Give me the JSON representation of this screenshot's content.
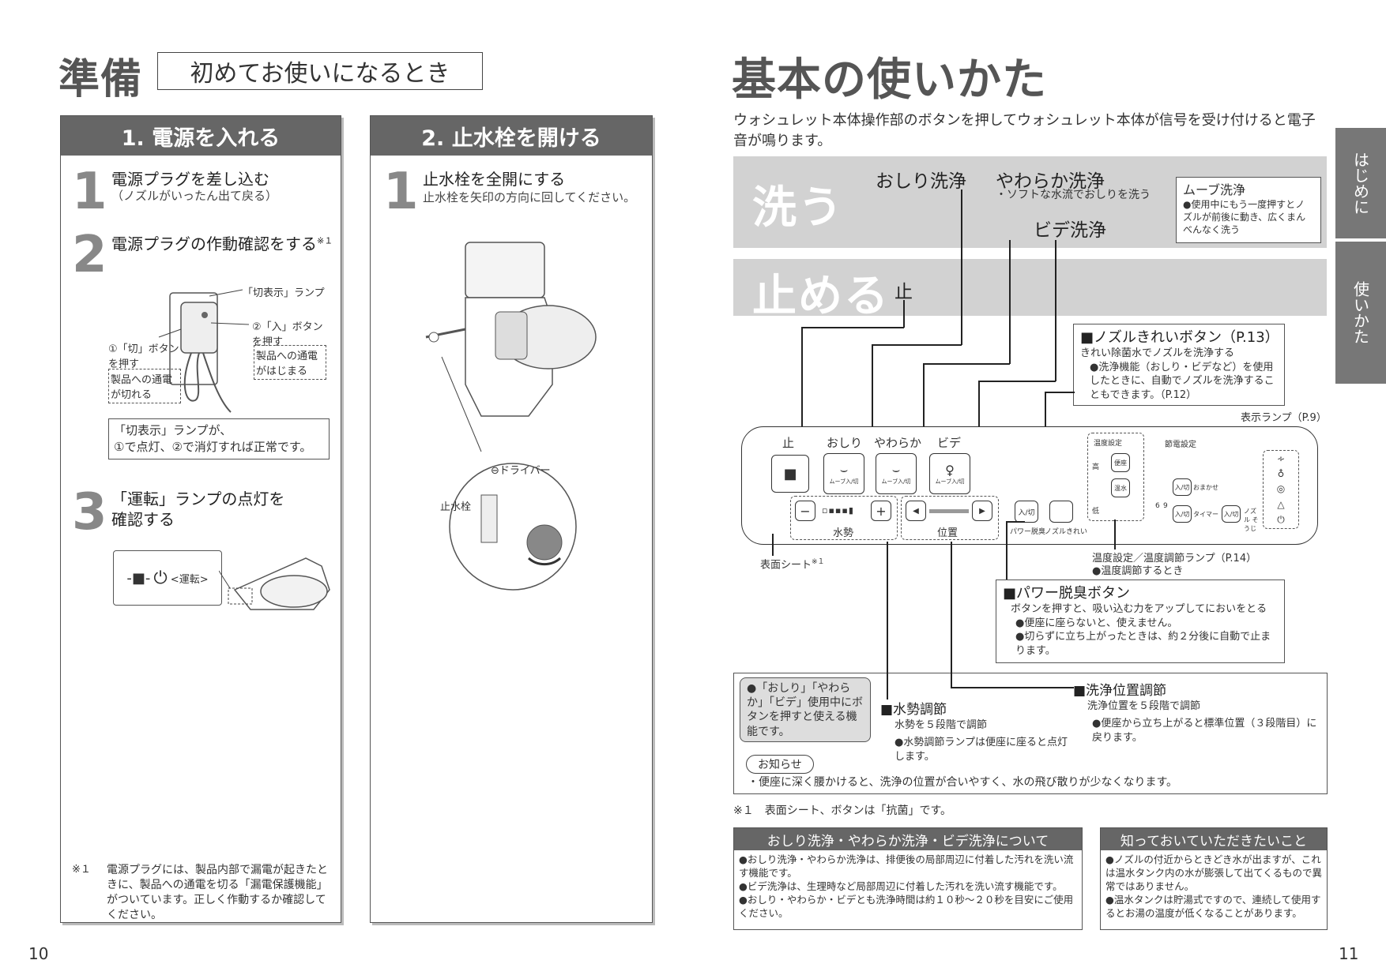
{
  "left": {
    "title": "準備",
    "subtitle": "初めてお使いになるとき",
    "panel1": {
      "header": "1. 電源を入れる",
      "step1_num": "1",
      "step1_title": "電源プラグを差し込む",
      "step1_sub": "（ノズルがいったん出て戻る）",
      "step2_num": "2",
      "step2_title": "電源プラグの作動確認をする",
      "step2_mark": "※１",
      "lamp_label": "「切表示」ランプ",
      "off_btn": "①「切」ボタンを押す",
      "off_desc": "製品への通電が切れる",
      "on_btn": "②「入」ボタンを押す",
      "on_desc": "製品への通電がはじまる",
      "check_note_1": "「切表示」ランプが、",
      "check_note_2": "①で点灯、②で消灯すれば正常です。",
      "step3_num": "3",
      "step3_title_1": "「運転」ランプの点灯を",
      "step3_title_2": "確認する",
      "run_label": "<運転>",
      "footnote_mark": "※１",
      "footnote": "電源プラグには、製品内部で漏電が起きたときに、製品への通電を切る「漏電保護機能」がついています。正しく作動するか確認してください。"
    },
    "panel2": {
      "header": "2. 止水栓を開ける",
      "step1_num": "1",
      "step1_title": "止水栓を全開にする",
      "step1_sub": "止水栓を矢印の方向に回してください。",
      "valve_label": "止水栓",
      "driver_label": "⊖ドライバー"
    },
    "page_num": "10"
  },
  "right": {
    "title": "基本の使いかた",
    "intro": "ウォシュレット本体操作部のボタンを押してウォシュレット本体が信号を受け付けると電子音が鳴ります。",
    "wash_band": "洗う",
    "stop_band": "止める",
    "stop_label": "止",
    "oshiri": "おしり洗浄",
    "yawaraka": "やわらか洗浄",
    "yawaraka_desc": "・ソフトな水流でおしりを洗う",
    "bidet": "ビデ洗浄",
    "move": {
      "title": "ムーブ洗浄",
      "desc": "●使用中にもう一度押すとノズルが前後に動き、広くまんべんなく洗う"
    },
    "nozzle_clean": {
      "title": "■ノズルきれいボタン（P.13）",
      "l1": "きれい除菌水でノズルを洗浄する",
      "l2": "●洗浄機能（おしり・ビデなど）を使用したときに、自動でノズルを洗浄することもできます。（P.12）"
    },
    "indicator_lamp": "表示ランプ（P.9）",
    "panel": {
      "stop": "止",
      "oshiri": "おしり",
      "yawaraka": "やわらか",
      "bidet": "ビデ",
      "move": "ムーブ入/切",
      "minus": "−",
      "plus": "+",
      "water": "水勢",
      "position": "位置",
      "left": "◀",
      "right": "▶",
      "onoff": "入/切",
      "power_deodor": "パワー脱臭",
      "nozzle_kirei": "ノズルきれい",
      "temp_setting": "温度設定",
      "benza": "便座",
      "onsui": "温水",
      "high": "高",
      "low": "低",
      "save_setting": "節電設定",
      "omakase": "おまかせ",
      "timer": "タイマー",
      "nozzle_clean_short": "ノズル そうじ",
      "six": "6",
      "nine": "9"
    },
    "surface_sheet": "表面シート",
    "surface_mark": "※１",
    "temp_lamp": "温度設定／温度調節ランプ（P.14）",
    "temp_lamp_sub": "●温度調節するとき",
    "power_deodor": {
      "title": "■パワー脱臭ボタン",
      "l1": "ボタンを押すと、吸い込む力をアップしてにおいをとる",
      "l2": "●便座に座らないと、使えません。",
      "l3": "●切らずに立ち上がったときは、約２分後に自動で止まります。"
    },
    "usable_note": "●「おしり」「やわらか」「ビデ」使用中にボタンを押すと使える機能です。",
    "water_adj": {
      "title": "■水勢調節",
      "l1": "水勢を５段階で調節",
      "l2": "●水勢調節ランプは便座に座ると点灯します。"
    },
    "pos_adj": {
      "title": "■洗浄位置調節",
      "l1": "洗浄位置を５段階で調節",
      "l2": "●便座から立ち上がると標準位置（３段階目）に戻ります。"
    },
    "notice_label": "お知らせ",
    "notice": "・便座に深く腰かけると、洗浄の位置が合いやすく、水の飛び散りが少なくなります。",
    "footnote": "※１　表面シート、ボタンは「抗菌」です。",
    "box1": {
      "head": "おしり洗浄・やわらか洗浄・ビデ洗浄について",
      "l1": "●おしり洗浄・やわらか洗浄は、排便後の局部周辺に付着した汚れを洗い流す機能です。",
      "l2": "●ビデ洗浄は、生理時など局部周辺に付着した汚れを洗い流す機能です。",
      "l3": "●おしり・やわらか・ビデとも洗浄時間は約１０秒～２０秒を目安にご使用ください。"
    },
    "box2": {
      "head": "知っておいていただきたいこと",
      "l1": "●ノズルの付近からときどき水が出ますが、これは温水タンク内の水が膨張して出てくるもので異常ではありません。",
      "l2": "●温水タンクは貯湯式ですので、連続して使用するとお湯の温度が低くなることがあります。"
    },
    "tab1": "はじめに",
    "tab2": "使いかた",
    "page_num": "11"
  }
}
